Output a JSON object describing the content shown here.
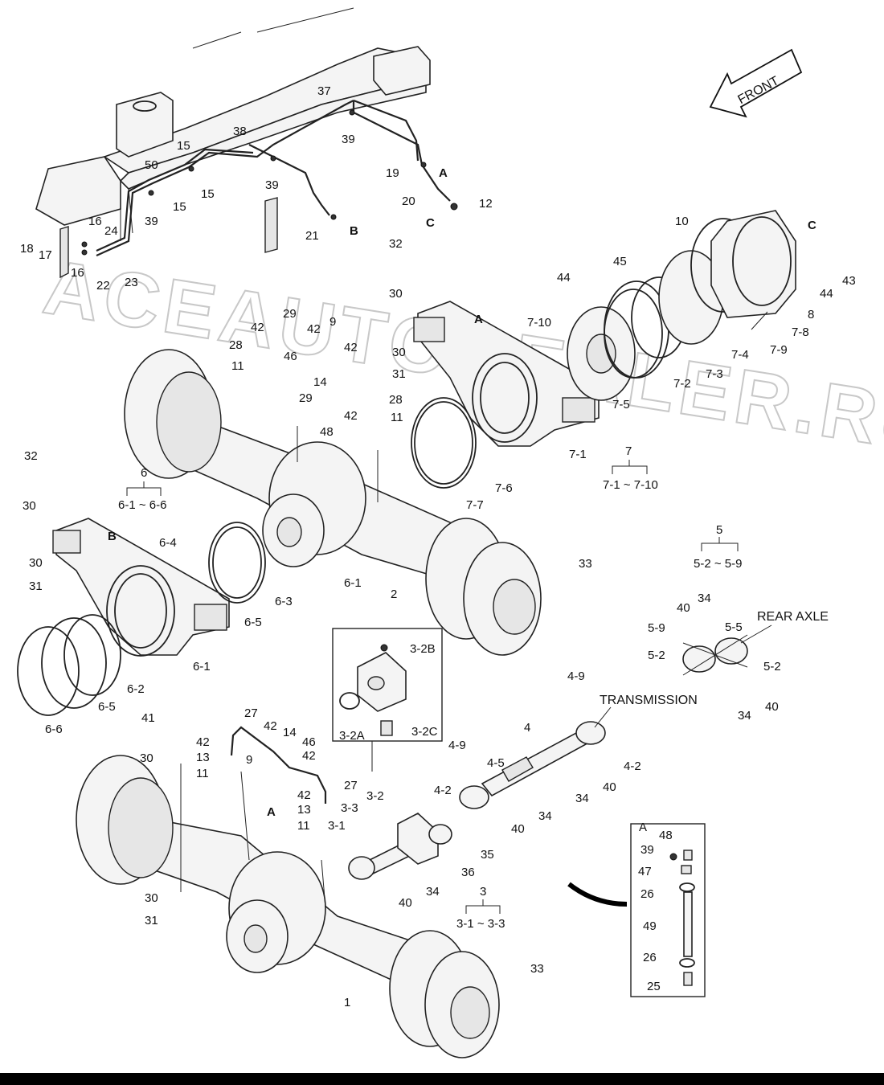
{
  "watermark": "ACEAUTODEALER.RU",
  "front_label": "FRONT",
  "captions": {
    "rear_axle": "REAR AXLE",
    "transmission": "TRANSMISSION"
  },
  "groups": {
    "g7": {
      "num": "7",
      "range": "7-1 ~ 7-10"
    },
    "g6": {
      "num": "6",
      "range": "6-1 ~ 6-6"
    },
    "g5": {
      "num": "5",
      "range": "5-2 ~ 5-9"
    },
    "g3": {
      "num": "3",
      "range": "3-1 ~ 3-3"
    }
  },
  "detail_a": {
    "title": "A",
    "labels": [
      "48",
      "39",
      "47",
      "26",
      "49",
      "26",
      "25"
    ]
  },
  "callouts": [
    {
      "id": "c37",
      "text": "37"
    },
    {
      "id": "c39a",
      "text": "39"
    },
    {
      "id": "c38",
      "text": "38"
    },
    {
      "id": "c19",
      "text": "19"
    },
    {
      "id": "cA1",
      "text": "A"
    },
    {
      "id": "c20",
      "text": "20"
    },
    {
      "id": "c12",
      "text": "12"
    },
    {
      "id": "cC1",
      "text": "C"
    },
    {
      "id": "c15a",
      "text": "15"
    },
    {
      "id": "c15b",
      "text": "15"
    },
    {
      "id": "c15c",
      "text": "15"
    },
    {
      "id": "c50",
      "text": "50"
    },
    {
      "id": "c39b",
      "text": "39"
    },
    {
      "id": "c39c",
      "text": "39"
    },
    {
      "id": "c21",
      "text": "21"
    },
    {
      "id": "cB1",
      "text": "B"
    },
    {
      "id": "c16a",
      "text": "16"
    },
    {
      "id": "c16b",
      "text": "16"
    },
    {
      "id": "c18",
      "text": "18"
    },
    {
      "id": "c17",
      "text": "17"
    },
    {
      "id": "c24",
      "text": "24"
    },
    {
      "id": "c22",
      "text": "22"
    },
    {
      "id": "c23",
      "text": "23"
    },
    {
      "id": "c10",
      "text": "10"
    },
    {
      "id": "cC2",
      "text": "C"
    },
    {
      "id": "c43",
      "text": "43"
    },
    {
      "id": "c44a",
      "text": "44"
    },
    {
      "id": "c44b",
      "text": "44"
    },
    {
      "id": "c45",
      "text": "45"
    },
    {
      "id": "c8",
      "text": "8"
    },
    {
      "id": "c7-8",
      "text": "7-8"
    },
    {
      "id": "c7-9",
      "text": "7-9"
    },
    {
      "id": "c7-4",
      "text": "7-4"
    },
    {
      "id": "c7-3",
      "text": "7-3"
    },
    {
      "id": "c7-2",
      "text": "7-2"
    },
    {
      "id": "c7-5",
      "text": "7-5"
    },
    {
      "id": "c7-10",
      "text": "7-10"
    },
    {
      "id": "cA2",
      "text": "A"
    },
    {
      "id": "c32a",
      "text": "32"
    },
    {
      "id": "c30a",
      "text": "30"
    },
    {
      "id": "c30b",
      "text": "30"
    },
    {
      "id": "c31a",
      "text": "31"
    },
    {
      "id": "c7-1",
      "text": "7-1"
    },
    {
      "id": "c7-6",
      "text": "7-6"
    },
    {
      "id": "c7-7",
      "text": "7-7"
    },
    {
      "id": "c29a",
      "text": "29"
    },
    {
      "id": "c42a",
      "text": "42"
    },
    {
      "id": "c42b",
      "text": "42"
    },
    {
      "id": "c9a",
      "text": "9"
    },
    {
      "id": "c28a",
      "text": "28"
    },
    {
      "id": "c46a",
      "text": "46"
    },
    {
      "id": "c42c",
      "text": "42"
    },
    {
      "id": "c11a",
      "text": "11"
    },
    {
      "id": "c14a",
      "text": "14"
    },
    {
      "id": "c29b",
      "text": "29"
    },
    {
      "id": "c28b",
      "text": "28"
    },
    {
      "id": "c42d",
      "text": "42"
    },
    {
      "id": "c11b",
      "text": "11"
    },
    {
      "id": "c48",
      "text": "48"
    },
    {
      "id": "c32b",
      "text": "32"
    },
    {
      "id": "c30c",
      "text": "30"
    },
    {
      "id": "cB2",
      "text": "B"
    },
    {
      "id": "c6-4",
      "text": "6-4"
    },
    {
      "id": "c30d",
      "text": "30"
    },
    {
      "id": "c31b",
      "text": "31"
    },
    {
      "id": "c6-3",
      "text": "6-3"
    },
    {
      "id": "c6-5a",
      "text": "6-5"
    },
    {
      "id": "c6-1a",
      "text": "6-1"
    },
    {
      "id": "c6-1b",
      "text": "6-1"
    },
    {
      "id": "c6-2",
      "text": "6-2"
    },
    {
      "id": "c6-5b",
      "text": "6-5"
    },
    {
      "id": "c6-6",
      "text": "6-6"
    },
    {
      "id": "c2",
      "text": "2"
    },
    {
      "id": "c33a",
      "text": "33"
    },
    {
      "id": "c34a",
      "text": "34"
    },
    {
      "id": "c40a",
      "text": "40"
    },
    {
      "id": "c5-9",
      "text": "5-9"
    },
    {
      "id": "c5-5",
      "text": "5-5"
    },
    {
      "id": "c5-2a",
      "text": "5-2"
    },
    {
      "id": "c5-2b",
      "text": "5-2"
    },
    {
      "id": "c34b",
      "text": "34"
    },
    {
      "id": "c40b",
      "text": "40"
    },
    {
      "id": "c3-2B",
      "text": "3-2B"
    },
    {
      "id": "c3-2A",
      "text": "3-2A"
    },
    {
      "id": "c3-2C",
      "text": "3-2C"
    },
    {
      "id": "c4-9a",
      "text": "4-9"
    },
    {
      "id": "c4",
      "text": "4"
    },
    {
      "id": "c4-2a",
      "text": "4-2"
    },
    {
      "id": "c40c",
      "text": "40"
    },
    {
      "id": "c34c",
      "text": "34"
    },
    {
      "id": "c4-9b",
      "text": "4-9"
    },
    {
      "id": "c4-5",
      "text": "4-5"
    },
    {
      "id": "c4-2b",
      "text": "4-2"
    },
    {
      "id": "c40d",
      "text": "40"
    },
    {
      "id": "c34d",
      "text": "34"
    },
    {
      "id": "c41",
      "text": "41"
    },
    {
      "id": "c30e",
      "text": "30"
    },
    {
      "id": "c27a",
      "text": "27"
    },
    {
      "id": "c42e",
      "text": "42"
    },
    {
      "id": "c14b",
      "text": "14"
    },
    {
      "id": "c42f",
      "text": "42"
    },
    {
      "id": "c13a",
      "text": "13"
    },
    {
      "id": "c46b",
      "text": "46"
    },
    {
      "id": "c11c",
      "text": "11"
    },
    {
      "id": "c9b",
      "text": "9"
    },
    {
      "id": "c42g",
      "text": "42"
    },
    {
      "id": "cA3",
      "text": "A"
    },
    {
      "id": "c27b",
      "text": "27"
    },
    {
      "id": "c42h",
      "text": "42"
    },
    {
      "id": "c13b",
      "text": "13"
    },
    {
      "id": "c11d",
      "text": "11"
    },
    {
      "id": "c3-2",
      "text": "3-2"
    },
    {
      "id": "c3-3",
      "text": "3-3"
    },
    {
      "id": "c3-1",
      "text": "3-1"
    },
    {
      "id": "c35",
      "text": "35"
    },
    {
      "id": "c36",
      "text": "36"
    },
    {
      "id": "c40e",
      "text": "40"
    },
    {
      "id": "c34e",
      "text": "34"
    },
    {
      "id": "c30f",
      "text": "30"
    },
    {
      "id": "c31c",
      "text": "31"
    },
    {
      "id": "c33b",
      "text": "33"
    },
    {
      "id": "c1",
      "text": "1"
    }
  ]
}
